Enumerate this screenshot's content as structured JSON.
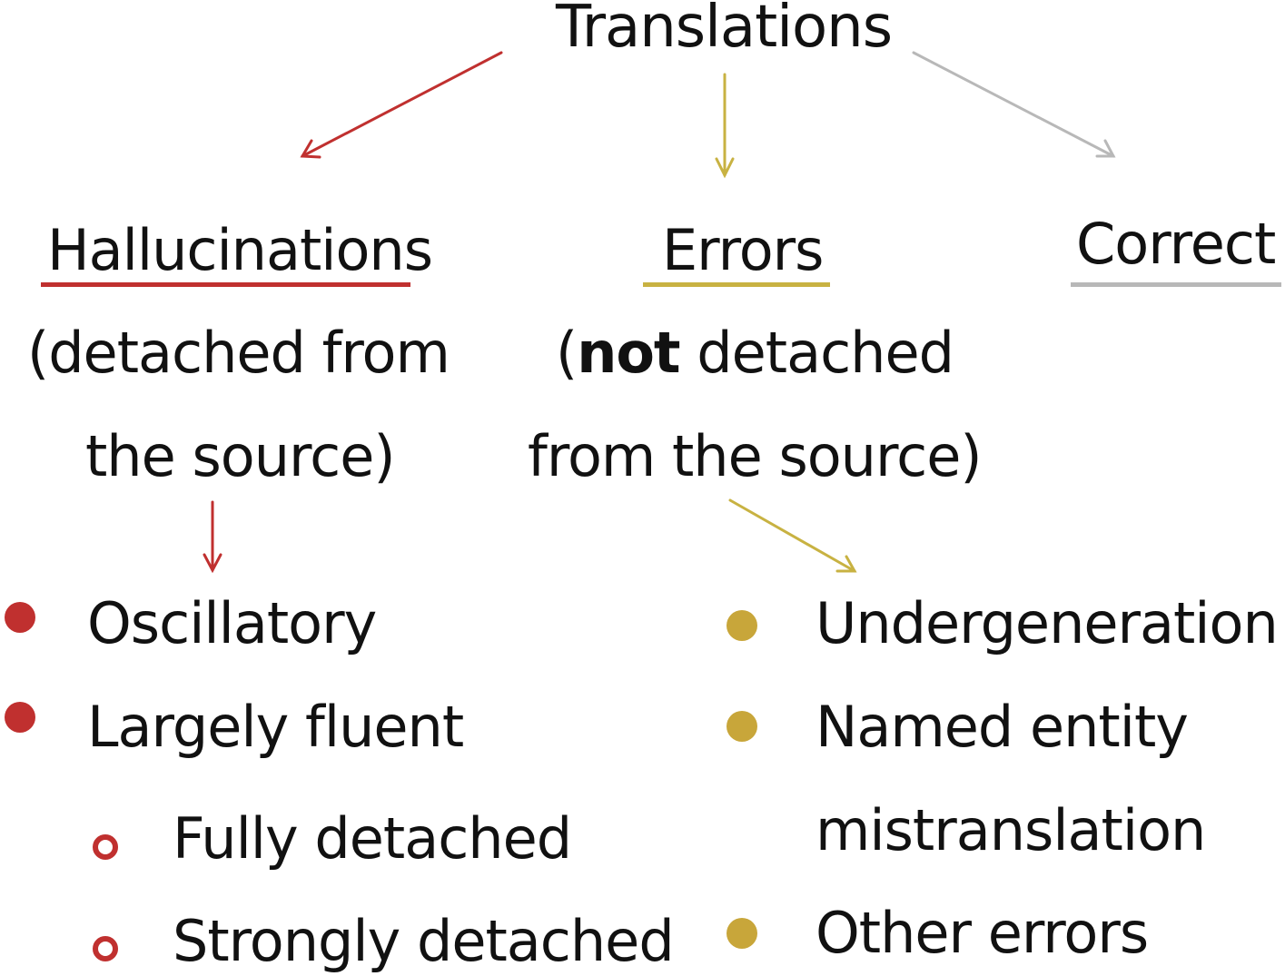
{
  "root": {
    "label": "Translations"
  },
  "colors": {
    "hallucination": "#c0302f",
    "error": "#c8b242",
    "correct": "#b8b8b8",
    "text": "#111111"
  },
  "categories": {
    "hallucinations": {
      "label": "Hallucinations",
      "desc_line1": "(detached from",
      "desc_line2": "the source)",
      "items": [
        "Oscillatory",
        "Largely fluent"
      ],
      "subitems": [
        "Fully detached",
        "Strongly detached"
      ]
    },
    "errors": {
      "label": "Errors",
      "desc_open": "(",
      "desc_bold": "not",
      "desc_rest": " detached",
      "desc_line2": "from the source)",
      "items": [
        "Undergeneration",
        "Named entity",
        "mistranslation",
        "Other errors"
      ]
    },
    "correct": {
      "label": "Correct"
    }
  }
}
